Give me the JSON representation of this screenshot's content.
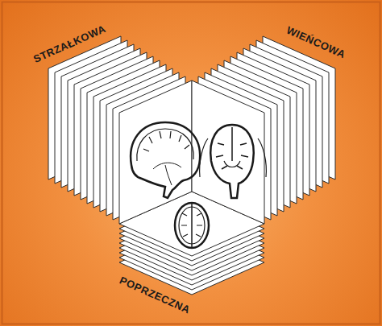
{
  "diagram": {
    "labels": [
      "STRZAŁKOWA",
      "WIEŃCOWA",
      "POPRZECZNA"
    ]
  }
}
